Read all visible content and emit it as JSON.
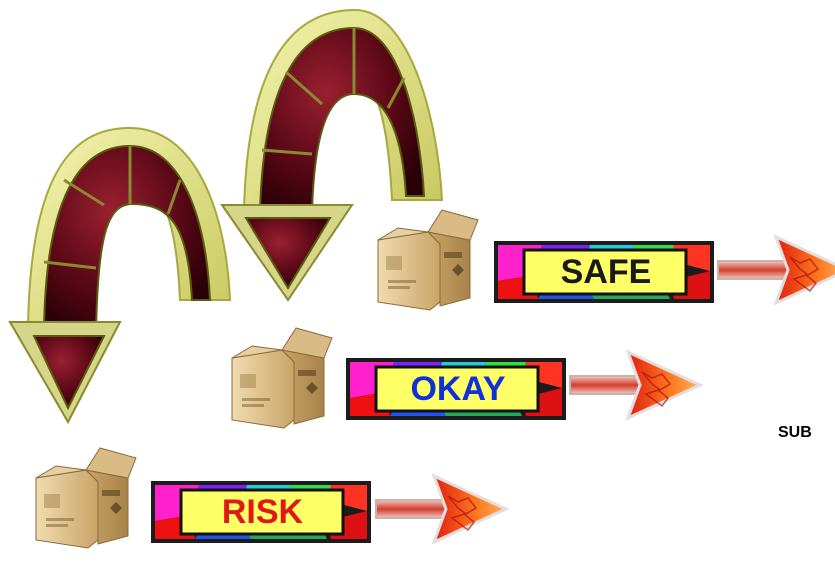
{
  "labels": {
    "safe": "SAFE",
    "okay": "OKAY",
    "risk": "RISK",
    "cut_off": "SUB"
  },
  "colors": {
    "safe_text": "#1a1a1a",
    "okay_text": "#1030d8",
    "risk_text": "#e01818",
    "plate": "#ffff66",
    "arch_face": "#ecec98",
    "arch_dark": "#4a0010",
    "box": "#d8b57a"
  },
  "icons": [
    "open-box-icon",
    "curved-arrow-icon",
    "pointer-arrow-icon"
  ]
}
